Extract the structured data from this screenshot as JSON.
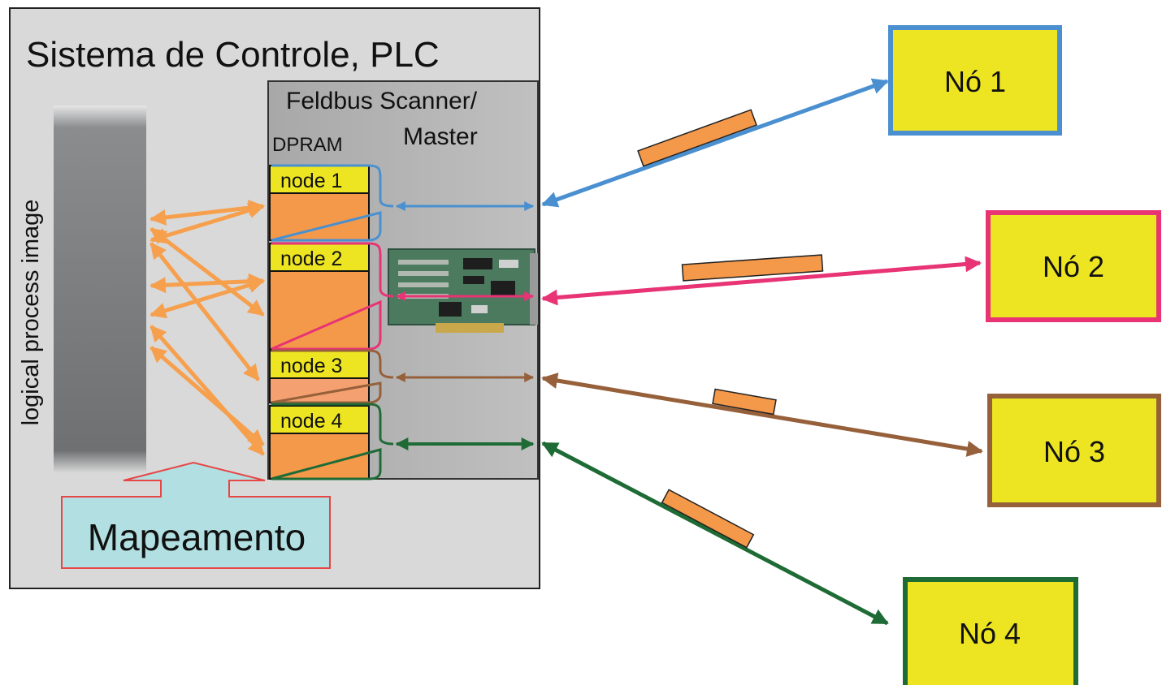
{
  "plc": {
    "title": "Sistema de Controle, PLC",
    "process_image_label": "logical process image",
    "mapping_label": "Mapeamento"
  },
  "scanner": {
    "title_line1": "Feldbus Scanner/",
    "title_line2": "Master",
    "dpram_label": "DPRAM",
    "card_icon": "interface-card-icon"
  },
  "dpram_nodes": [
    {
      "label": "node 1",
      "color": "#4a90d0"
    },
    {
      "label": "node 2",
      "color": "#e83375"
    },
    {
      "label": "node 3",
      "color": "#96603a"
    },
    {
      "label": "node 4",
      "color": "#1e6b35"
    }
  ],
  "field_nodes": [
    {
      "label": "Nó 1",
      "color": "#4a90d0"
    },
    {
      "label": "Nó 2",
      "color": "#e83375"
    },
    {
      "label": "Nó 3",
      "color": "#96603a"
    },
    {
      "label": "Nó 4",
      "color": "#1e6b35"
    }
  ],
  "colors": {
    "node_fill": "#ede521",
    "dpram_fill": "#f4984a",
    "mapping_arrow": "#f6a04e",
    "telegram": "#f4984a",
    "mapping_box": "#b2e0e2",
    "mapping_border": "#e84545"
  }
}
